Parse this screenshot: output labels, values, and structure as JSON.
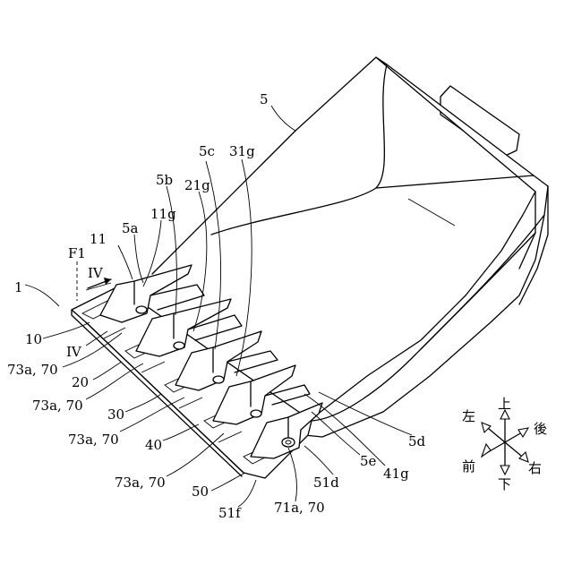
{
  "labels": {
    "bucket": "5",
    "assembly": "1",
    "f1": "F1",
    "sec_iv_top": "IV",
    "sec_iv_bot": "IV",
    "l11": "11",
    "l11g": "11g",
    "l5a": "5a",
    "l5b": "5b",
    "l21g": "21g",
    "l5c": "5c",
    "l31g": "31g",
    "l10": "10",
    "l73a70_1": "73a, 70",
    "l20": "20",
    "l73a70_2": "73a, 70",
    "l30": "30",
    "l73a70_3": "73a, 70",
    "l40": "40",
    "l73a70_4": "73a, 70",
    "l50": "50",
    "l51f": "51f",
    "l71a70": "71a, 70",
    "l51d": "51d",
    "l5e": "5e",
    "l41g": "41g",
    "l5d": "5d"
  },
  "compass": {
    "up": "上",
    "down": "下",
    "left": "左",
    "right": "右",
    "front": "前",
    "back": "後"
  }
}
